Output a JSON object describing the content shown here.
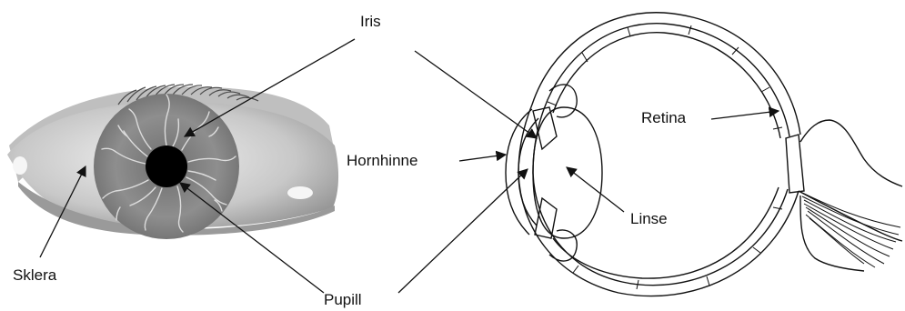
{
  "labels": {
    "iris": "Iris",
    "hornhinne": "Hornhinne",
    "retina": "Retina",
    "linse": "Linse",
    "sklera": "Sklera",
    "pupill": "Pupill"
  },
  "colors": {
    "line": "#111111",
    "sclera_light": "#e6e6e6",
    "sclera_dark": "#8c8c8c",
    "iris_fill": "#8a8a8a",
    "iris_veins": "#dcdcdc",
    "pupil": "#000000",
    "lash": "#4a4a4a"
  }
}
